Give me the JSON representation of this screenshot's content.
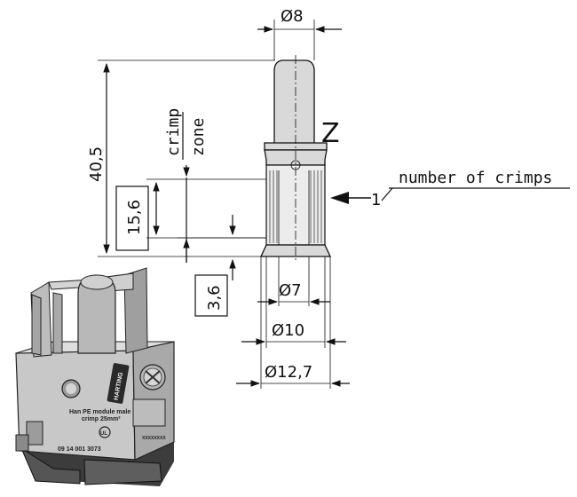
{
  "dimensions": {
    "top_diameter": "Ø8",
    "total_length": "40,5",
    "crimp_length": "15,6",
    "offset": "3,6",
    "inner_diameter": "Ø7",
    "mid_diameter": "Ø10",
    "outer_diameter": "Ø12,7"
  },
  "labels": {
    "crimp_zone_line1": "crimp",
    "crimp_zone_line2": "zone",
    "detail": "Z",
    "callout_number": "1",
    "callout_text": "number of crimps"
  },
  "connector": {
    "brand": "HARTING",
    "line1": "Han PE module male",
    "line2": "crimp 25mm²",
    "part_number": "09 14 001 3073",
    "code": "XXXXXXXX"
  }
}
